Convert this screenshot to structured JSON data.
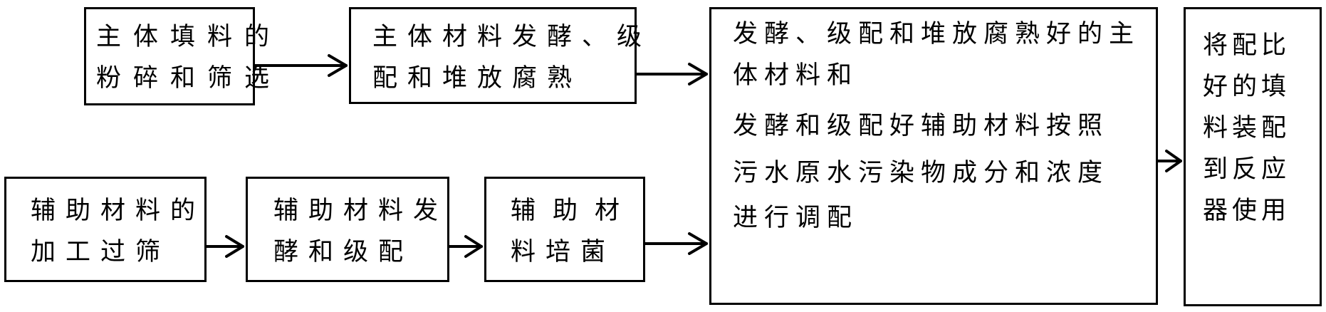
{
  "diagram": {
    "nodes": {
      "main_crush": {
        "lines": [
          "主体填料的",
          "粉碎和筛选"
        ]
      },
      "main_ferment": {
        "lines": [
          "主体材料发酵、级",
          "配和堆放腐熟"
        ]
      },
      "aux_process": {
        "lines": [
          "辅助材料的",
          "加工过筛"
        ]
      },
      "aux_ferment": {
        "lines": [
          "辅助材料发",
          "酵和级配"
        ]
      },
      "aux_culture": {
        "lines": [
          "辅助材",
          "料培菌"
        ]
      },
      "blend": {
        "lines": [
          "发酵、级配和堆放腐熟好的主",
          "体材料和",
          "发酵和级配好辅助材料按照",
          "污水原水污染物成分和浓度",
          "进行调配"
        ]
      },
      "final": {
        "text": "将配比好的填料装配到反应器使用"
      }
    },
    "edges": [
      {
        "from": "main_crush",
        "to": "main_ferment"
      },
      {
        "from": "main_ferment",
        "to": "blend"
      },
      {
        "from": "aux_process",
        "to": "aux_ferment"
      },
      {
        "from": "aux_ferment",
        "to": "aux_culture"
      },
      {
        "from": "aux_culture",
        "to": "blend"
      },
      {
        "from": "blend",
        "to": "final"
      }
    ]
  }
}
